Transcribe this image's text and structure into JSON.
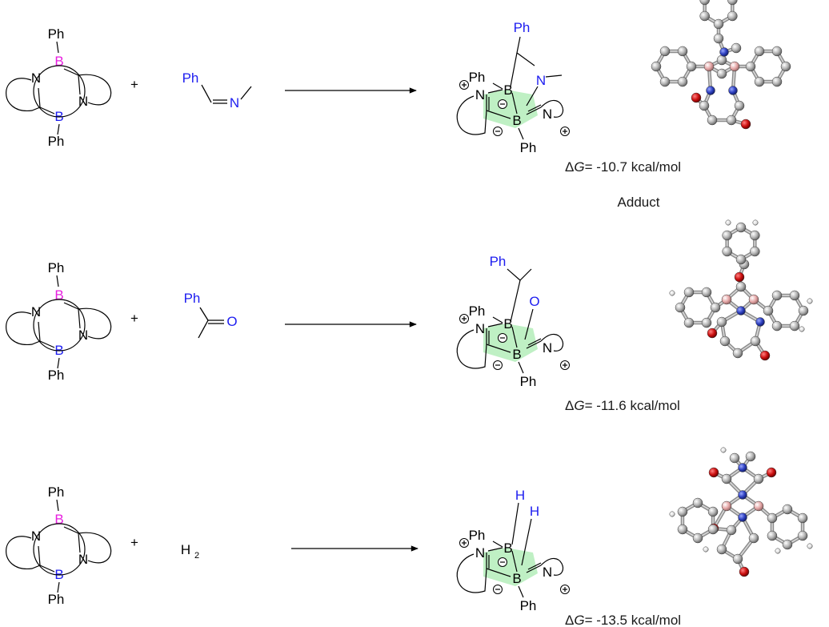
{
  "atoms": {
    "ph": "Ph",
    "b": "B",
    "n": "N",
    "o": "O",
    "h": "H"
  },
  "charges": {
    "plus": "+",
    "minus": "−"
  },
  "reactions": [
    {
      "reagent_top": "Ph",
      "reagent_atom": "N",
      "plus": "+",
      "dg_prefix": "Δ",
      "dg_g": "G",
      "dg_value": "= -10.7 kcal/mol",
      "label": "Adduct"
    },
    {
      "reagent_top": "Ph",
      "reagent_atom": "O",
      "plus": "+",
      "dg_prefix": "Δ",
      "dg_g": "G",
      "dg_value": "= -11.6 kcal/mol"
    },
    {
      "reagent_main": "H",
      "reagent_sub": "2",
      "plus": "+",
      "dg_prefix": "Δ",
      "dg_g": "G",
      "dg_value": "= -13.5 kcal/mol"
    }
  ],
  "colors": {
    "black": "#000000",
    "blue": "#1d1df0",
    "magenta": "#e820e0",
    "green_fill": "#bff0c4",
    "atom_grey": "#b0b0b0",
    "atom_red": "#cc1010",
    "atom_blue": "#2e40c0",
    "atom_pink": "#e6a8a8"
  }
}
